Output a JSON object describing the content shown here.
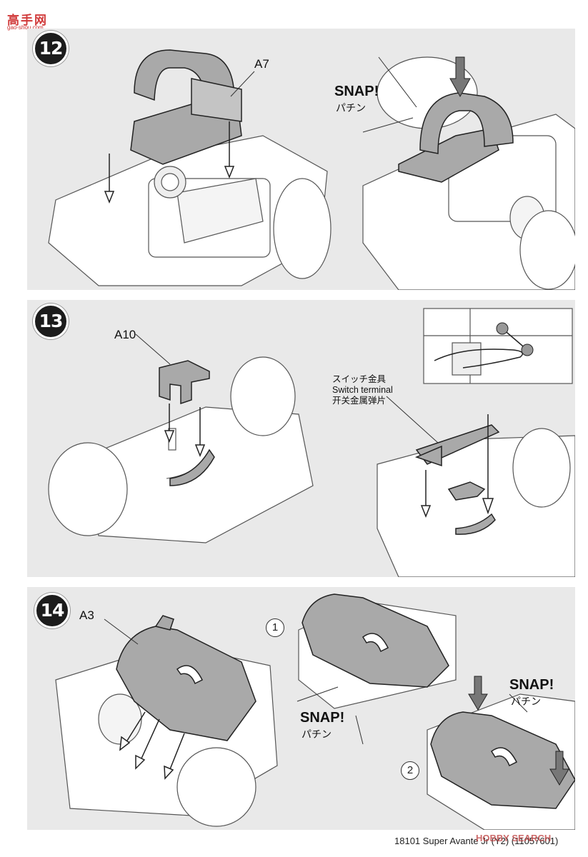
{
  "watermark": {
    "logo_text": "高手网",
    "sub_text": "gao-shou.com"
  },
  "steps": [
    {
      "number": "12",
      "part_label": "A7",
      "snap_en": "SNAP!",
      "snap_jp": "パチン"
    },
    {
      "number": "13",
      "part_label": "A10",
      "terminal_jp": "スイッチ金具",
      "terminal_en": "Switch terminal",
      "terminal_cn": "开关金属弹片"
    },
    {
      "number": "14",
      "part_label": "A3",
      "sub1": "1",
      "sub2": "2",
      "snap1_en": "SNAP!",
      "snap1_jp": "パチン",
      "snap2_en": "SNAP!",
      "snap2_jp": "パチン"
    }
  ],
  "footer": {
    "text": "18101 Super Avante Jr (Y2) (11057601)",
    "watermark": "HOBBY SEARCH"
  }
}
